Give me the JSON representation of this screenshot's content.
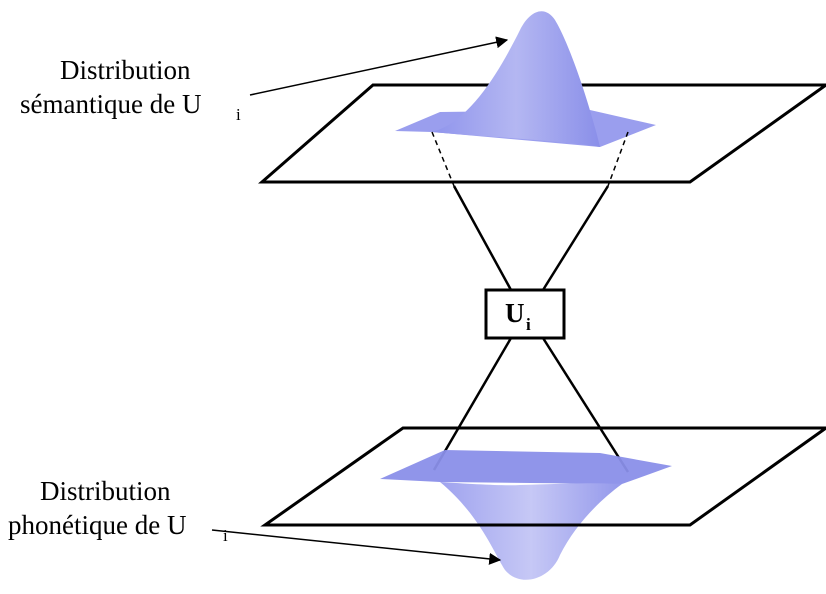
{
  "semantic_label": {
    "line1": "Distribution",
    "line2": "sémantique de U",
    "subscript": "i"
  },
  "phonetic_label": {
    "line1": "Distribution",
    "line2": "phonétique de U",
    "subscript": "i"
  },
  "center_node": {
    "label": "U",
    "subscript": "i"
  },
  "colors": {
    "distribution_fill": "#9fa3ee",
    "distribution_dark": "#7c82e6",
    "line": "#000000"
  }
}
